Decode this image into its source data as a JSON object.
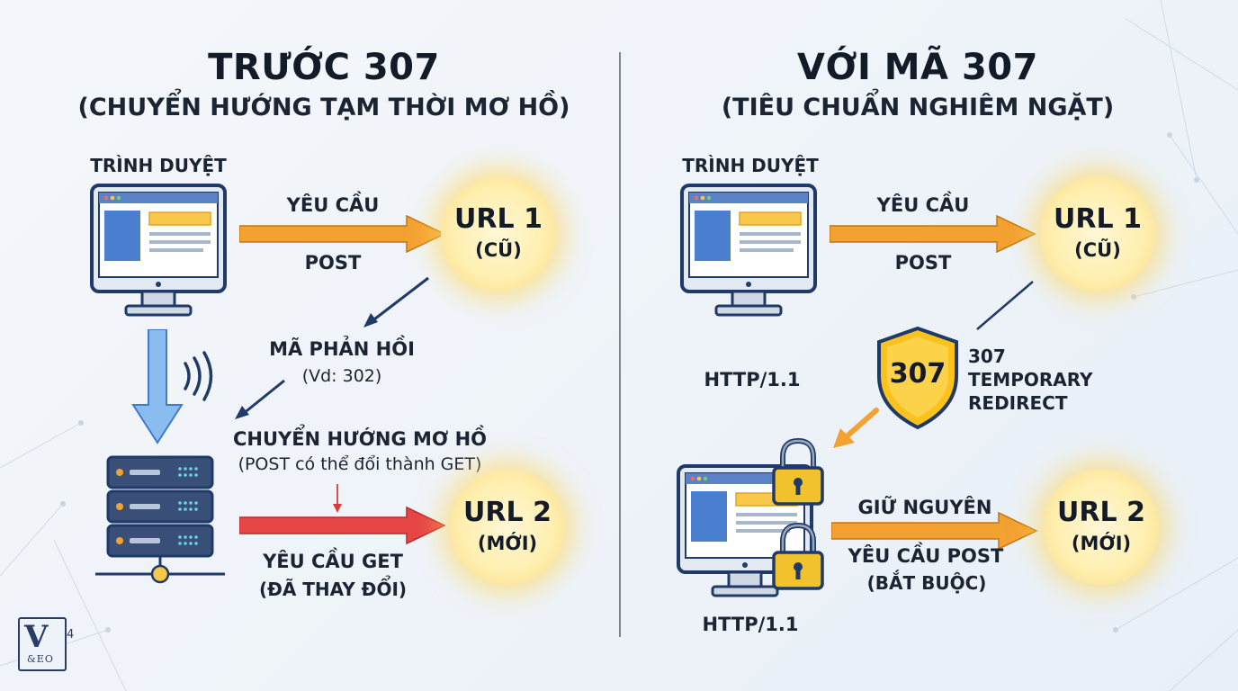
{
  "left": {
    "title": "TRƯỚC 307",
    "subtitle": "(CHUYỂN HƯỚNG TẠM THỜI MƠ HỒ)",
    "browser_label": "TRÌNH DUYỆT",
    "request_label": "YÊU CẦU",
    "method_label": "POST",
    "url1": {
      "name": "URL 1",
      "tag": "(CŨ)"
    },
    "response_label": "MÃ PHẢN HỒI",
    "response_example": "(Vd: 302)",
    "ambiguous_label": "CHUYỂN HƯỚNG MƠ HỒ",
    "ambiguous_note": "(POST có thể đổi thành GET)",
    "get_label": "YÊU CẦU GET",
    "get_note": "(ĐÃ THAY ĐỔI)",
    "url2": {
      "name": "URL 2",
      "tag": "(MỚI)"
    }
  },
  "right": {
    "title": "VỚI MÃ 307",
    "subtitle": "(TIÊU CHUẨN NGHIÊM NGẶT)",
    "browser_label": "TRÌNH DUYỆT",
    "request_label": "YÊU CẦU",
    "method_label": "POST",
    "url1": {
      "name": "URL 1",
      "tag": "(CŨ)"
    },
    "http_label_top": "HTTP/1.1",
    "badge_code": "307",
    "badge_text": [
      "307",
      "TEMPORARY",
      "REDIRECT"
    ],
    "keep_label": "GIỮ NGUYÊN",
    "keep_note1": "YÊU CẦU POST",
    "keep_note2": "(BẮT BUỘC)",
    "http_label_bottom": "HTTP/1.1",
    "url2": {
      "name": "URL 2",
      "tag": "(MỚI)"
    }
  },
  "logo": {
    "mark": "V",
    "sup": "4",
    "sub": "&EO"
  },
  "colors": {
    "arrow_orange": "#f3a131",
    "arrow_red": "#e64646",
    "arrow_blue": "#6aa6e6",
    "navy": "#1f3a68",
    "shield_yellow": "#f9c21c",
    "lock_yellow": "#f2c12e",
    "node_glow": "#ffe9a0"
  }
}
